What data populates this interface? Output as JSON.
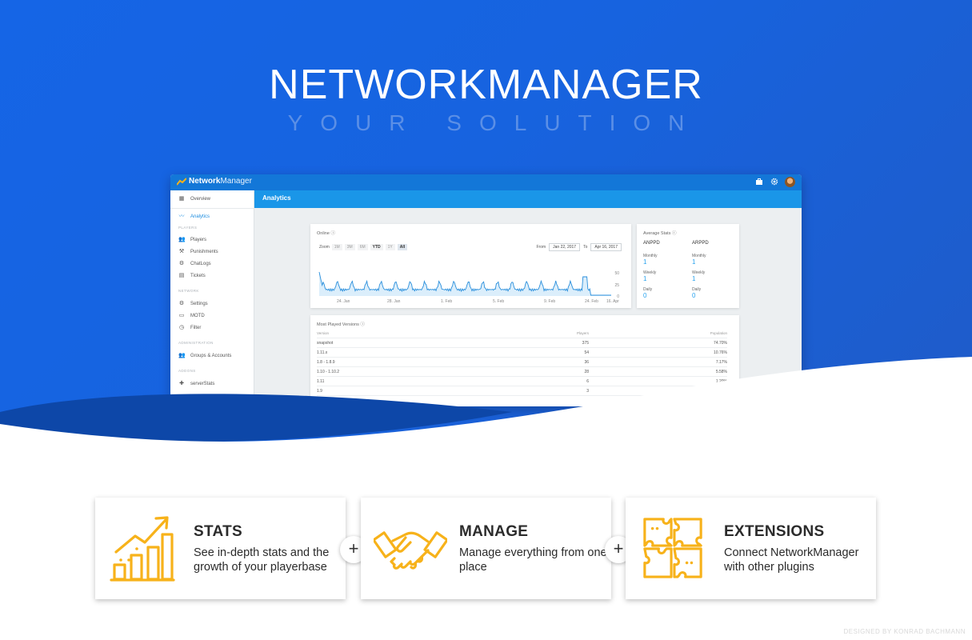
{
  "hero": {
    "title": "NETWORKMANAGER",
    "subtitle": "YOUR SOLUTION"
  },
  "app": {
    "brand_bold": "Network",
    "brand_rest": "Manager",
    "page_title": "Analytics",
    "sidebar": {
      "overview": "Overview",
      "analytics": "Analytics",
      "section_players": "PLAYERS",
      "players": "Players",
      "punishments": "Punishments",
      "chatlogs": "ChatLogs",
      "tickets": "Tickets",
      "section_network": "NETWORK",
      "settings": "Settings",
      "motd": "MOTD",
      "filter": "Filter",
      "section_administration": "ADMINISTRATION",
      "groups": "Groups & Accounts",
      "section_addons": "ADDONS",
      "serverstats": "serverStats"
    },
    "online": {
      "title": "Online",
      "zoom_label": "Zoom",
      "zoom_options": [
        "1M",
        "3M",
        "6M",
        "YTD",
        "1Y",
        "All"
      ],
      "from_label": "From",
      "from_value": "Jan 22, 2017",
      "to_label": "To",
      "to_value": "Apr 16, 2017",
      "x_ticks": [
        "24. Jan",
        "28. Jan",
        "1. Feb",
        "5. Feb",
        "9. Feb",
        "24. Feb",
        "16. Apr"
      ],
      "y_ticks": [
        "50",
        "25",
        "0"
      ]
    },
    "average_stats": {
      "title": "Average Stats",
      "col1_head": "ANPPD",
      "col2_head": "ARPPD",
      "monthly_label": "Monthly",
      "weekly_label": "Weekly",
      "daily_label": "Daily",
      "col1_monthly": "1",
      "col1_weekly": "1",
      "col1_daily": "0",
      "col2_monthly": "1",
      "col2_weekly": "1",
      "col2_daily": "0"
    },
    "versions": {
      "title": "Most Played Versions",
      "headers": [
        "Version",
        "Players",
        "Population"
      ],
      "rows": [
        [
          "snapshot",
          "375",
          "74.70%"
        ],
        [
          "1.11.x",
          "54",
          "10.76%"
        ],
        [
          "1.8 - 1.8.9",
          "36",
          "7.17%"
        ],
        [
          "1.10 - 1.10.2",
          "28",
          "5.58%"
        ],
        [
          "1.11",
          "6",
          "1.20%"
        ],
        [
          "1.9",
          "3",
          ""
        ]
      ]
    }
  },
  "features": [
    {
      "title": "STATS",
      "desc": "See in-depth stats and the growth of your playerbase"
    },
    {
      "title": "MANAGE",
      "desc": "Manage everything from one place"
    },
    {
      "title": "EXTENSIONS",
      "desc": "Connect NetworkManager with other plugins"
    }
  ],
  "plus_symbol": "+",
  "credit": "DESIGNED BY KONRAD BACHMANN",
  "colors": {
    "hero_blue": "#1565e6",
    "accent_blue": "#1a96e8",
    "icon_orange": "#f7b21a"
  }
}
